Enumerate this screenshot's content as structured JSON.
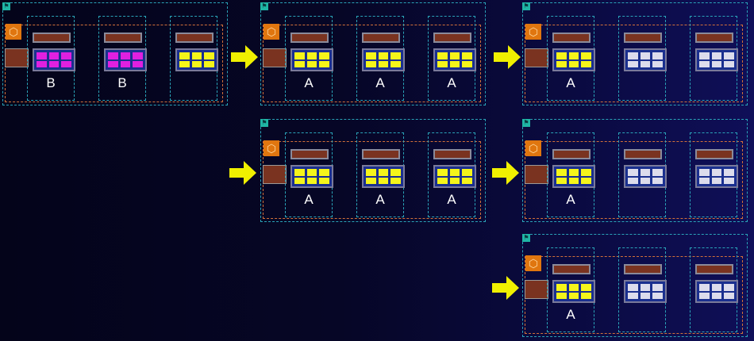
{
  "colors": {
    "magenta": "#e020e0",
    "yellow": "#f5f51a",
    "white": "#dcdcec",
    "arrow": "#f0f000"
  },
  "panels": [
    {
      "id": "p1",
      "cells": [
        "magenta",
        "magenta",
        "yellow"
      ],
      "labels": [
        "B",
        "B",
        ""
      ]
    },
    {
      "id": "p2",
      "cells": [
        "yellow",
        "yellow",
        "yellow"
      ],
      "labels": [
        "A",
        "A",
        "A"
      ]
    },
    {
      "id": "p3",
      "cells": [
        "yellow",
        "white",
        "white"
      ],
      "labels": [
        "A",
        "",
        ""
      ]
    },
    {
      "id": "p4",
      "cells": [
        "yellow",
        "yellow",
        "yellow"
      ],
      "labels": [
        "A",
        "A",
        "A"
      ]
    },
    {
      "id": "p5",
      "cells": [
        "yellow",
        "white",
        "white"
      ],
      "labels": [
        "A",
        "",
        ""
      ]
    },
    {
      "id": "p6",
      "cells": [
        "yellow",
        "white",
        "white"
      ],
      "labels": [
        "A",
        "",
        ""
      ]
    }
  ],
  "icons": {
    "flag": "flag-icon",
    "service": "hexagon-icon",
    "arrow": "arrow-right-icon"
  }
}
